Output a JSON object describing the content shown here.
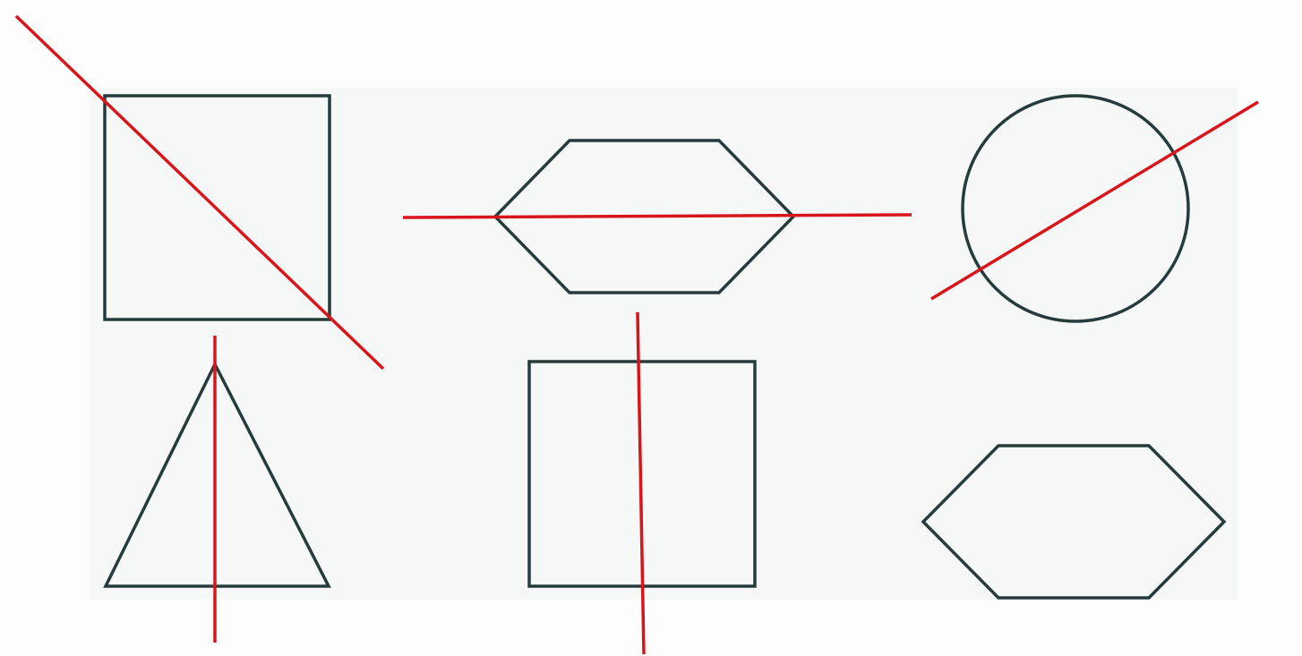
{
  "colors": {
    "page_background": "#fdfdfd",
    "panel_background": "#f6f8f8",
    "shape_outline": "#263b3c",
    "symmetry_line": "#d8151b"
  },
  "figures": [
    {
      "name": "square",
      "icon": "square-outline",
      "symmetry_line": "diagonal"
    },
    {
      "name": "hexagon",
      "icon": "hexagon-outline",
      "symmetry_line": "horizontal"
    },
    {
      "name": "circle",
      "icon": "circle-outline",
      "symmetry_line": "diagonal"
    },
    {
      "name": "triangle",
      "icon": "triangle-outline",
      "symmetry_line": "vertical"
    },
    {
      "name": "square",
      "icon": "square-outline",
      "symmetry_line": "vertical"
    },
    {
      "name": "hexagon",
      "icon": "hexagon-outline",
      "symmetry_line": "none"
    }
  ]
}
